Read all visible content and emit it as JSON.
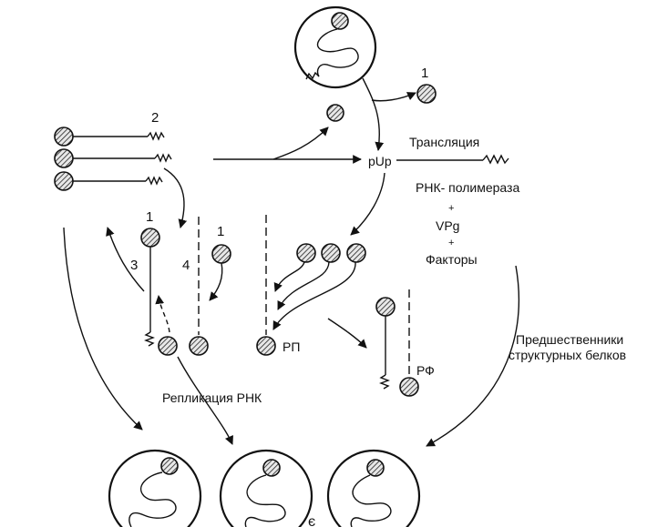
{
  "labels": {
    "num_1_top": "1",
    "num_2": "2",
    "num_1_a": "1",
    "num_1_b": "1",
    "num_3": "3",
    "num_4": "4",
    "pUp": "pUp",
    "translation": "Трансляция",
    "rna_polymerase": "РНК- полимераза",
    "plus_1": "+",
    "vpg": "VPg",
    "plus_2": "+",
    "factors": "Факторы",
    "rp": "РП",
    "rf": "РФ",
    "precursors_line1": "Предшественники",
    "precursors_line2": "структурных белков",
    "replication": "Репликация РНК",
    "stray_char": "є"
  }
}
